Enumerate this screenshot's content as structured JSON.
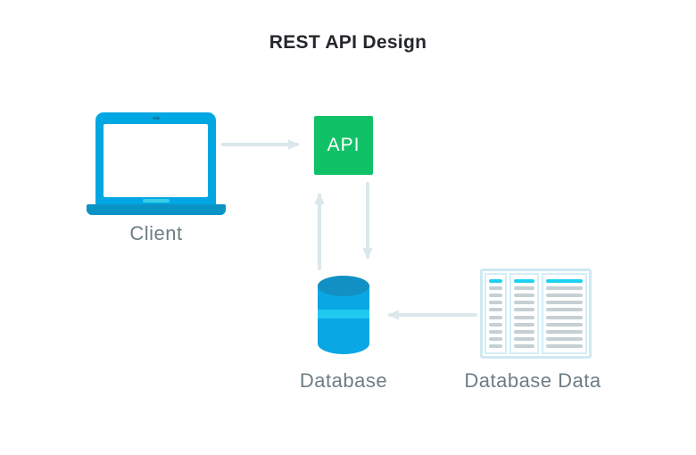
{
  "title": "REST API Design",
  "diagram": {
    "nodes": {
      "client": {
        "label": "Client",
        "icon": "laptop-icon"
      },
      "api": {
        "label": "API",
        "icon": "green-square"
      },
      "database": {
        "label": "Database",
        "icon": "database-cylinder-icon"
      },
      "database_data": {
        "label": "Database Data",
        "icon": "data-table-icon",
        "table_columns": 3,
        "table_rows_per_column": 10
      }
    },
    "connections": [
      {
        "from": "client",
        "to": "api",
        "direction": "right"
      },
      {
        "from": "database",
        "to": "api",
        "direction": "up"
      },
      {
        "from": "api",
        "to": "database",
        "direction": "down"
      },
      {
        "from": "database_data",
        "to": "database",
        "direction": "left"
      }
    ]
  },
  "colors": {
    "background": "#FFFFFF",
    "title_text": "#24272B",
    "label_text": "#6D7D84",
    "laptop_blue": "#00A7E3",
    "laptop_base_blue": "#0C93C5",
    "screen_notch_cyan": "#39CDEA",
    "api_green": "#11C167",
    "api_text": "#FFFFFF",
    "cylinder_top_blue": "#1190C3",
    "cylinder_body_blue": "#09A7E4",
    "cylinder_stripe_cyan": "#20C9EE",
    "arrow_gray_blue": "#DBE7EB",
    "table_border_blue": "#CFE9F2",
    "table_bar_gray": "#C5D0D4",
    "table_bar_cyan": "#1DD2F2"
  }
}
